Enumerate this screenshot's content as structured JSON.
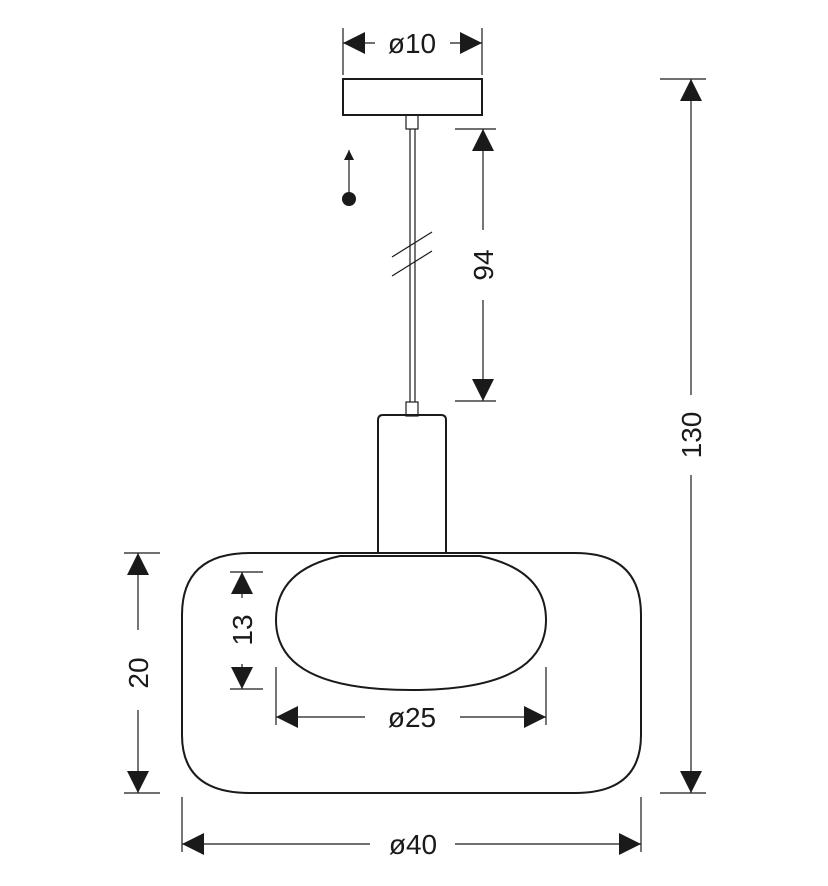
{
  "dimensions": {
    "canopy_diameter": "ø10",
    "cable_length": "94",
    "total_height": "130",
    "inner_height": "13",
    "shade_height": "20",
    "inner_diameter": "ø25",
    "shade_diameter": "ø40"
  },
  "colors": {
    "line": "#1a1a1a",
    "background": "#ffffff"
  },
  "icons": {
    "adjust_symbol": "height-adjustable-icon"
  }
}
